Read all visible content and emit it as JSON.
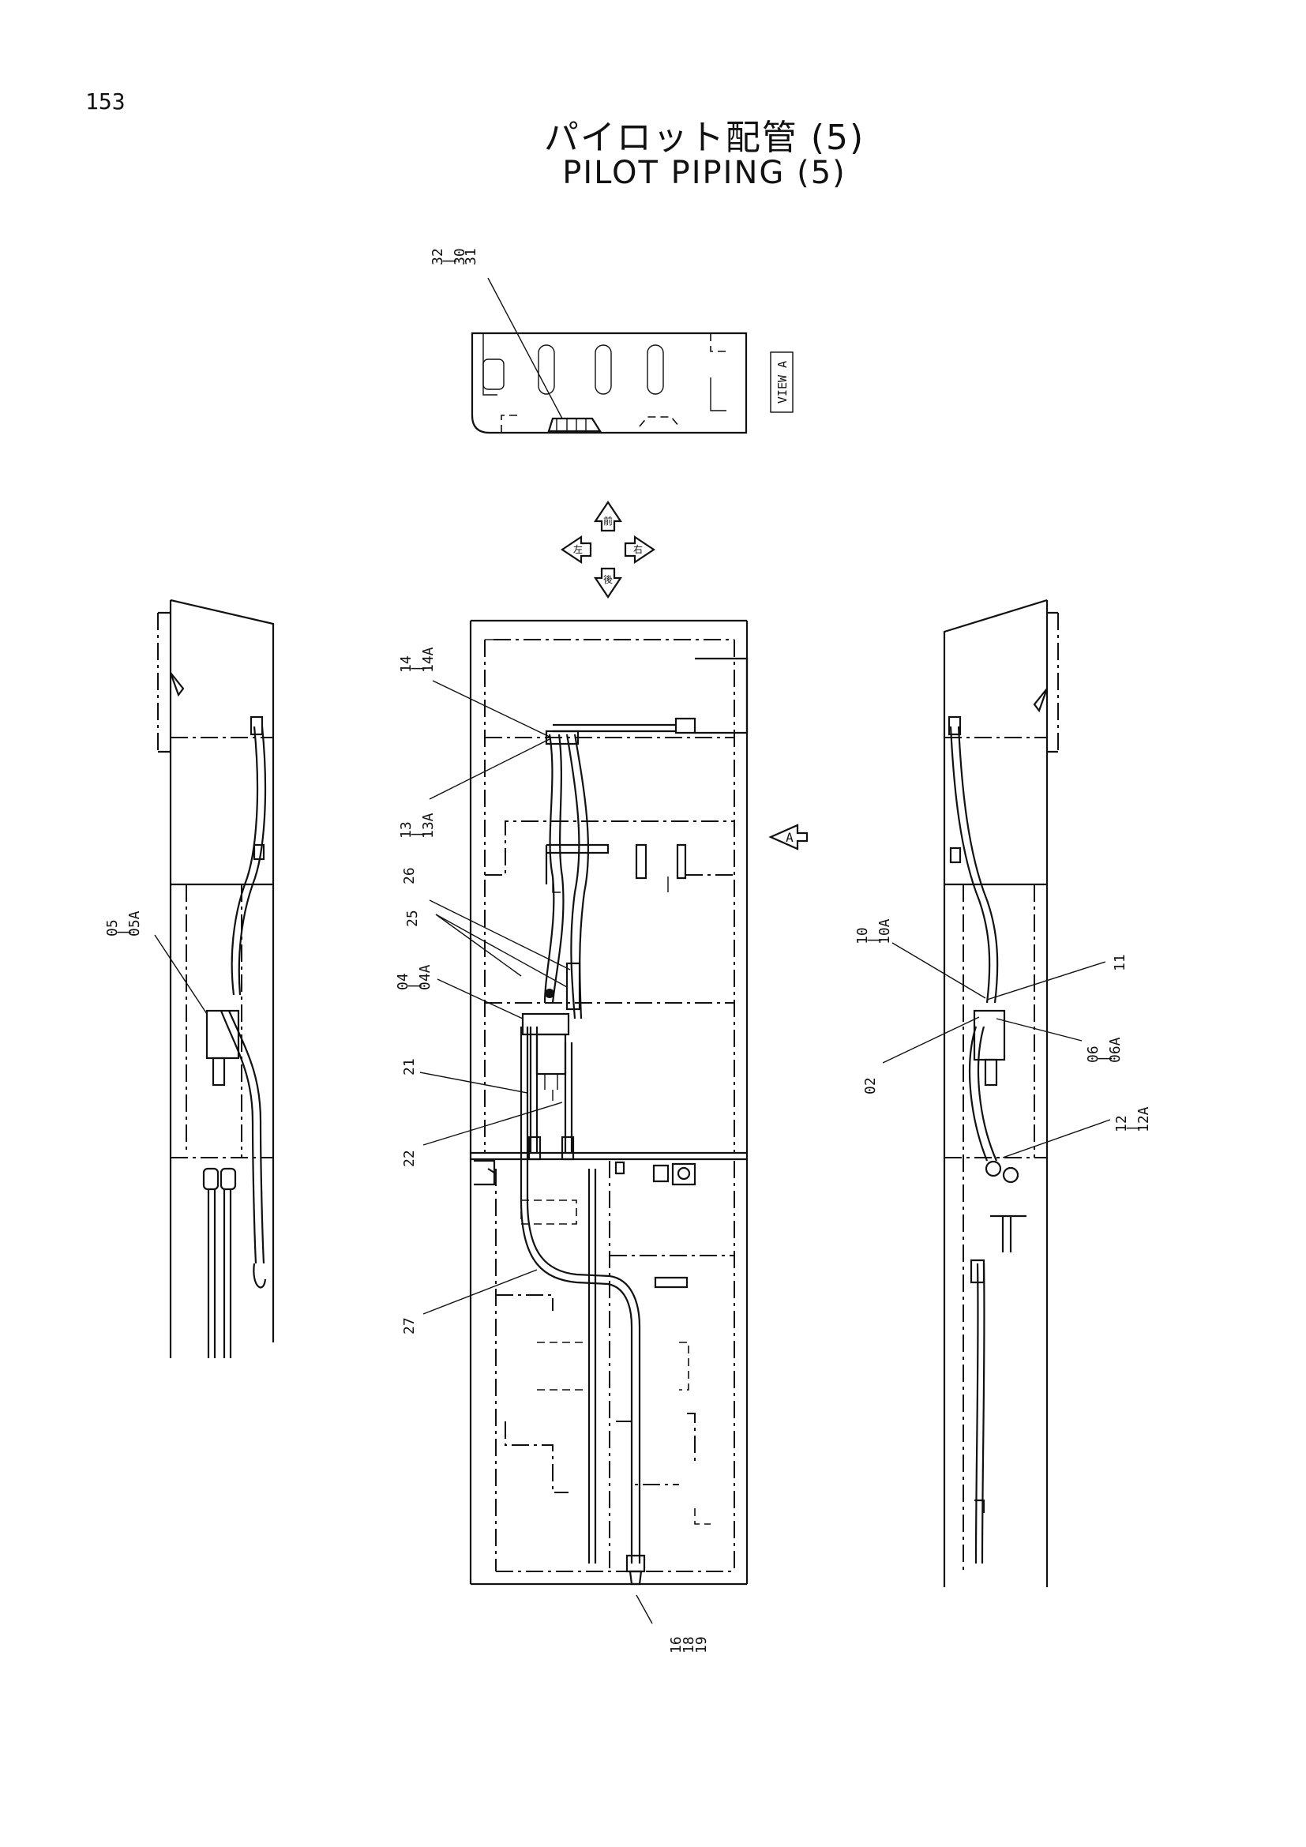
{
  "page_number": "153",
  "title_jp": "パイロット配管 (5)",
  "title_en": "PILOT PIPING (5)",
  "view_tag": "VIEW A",
  "view_arrow_label": "A",
  "direction_marks": [
    "前",
    "左",
    "右",
    "後"
  ],
  "callouts": [
    {
      "id": "c-32",
      "lines": [
        "32",
        "|",
        "30",
        "31"
      ]
    },
    {
      "id": "c-14",
      "lines": [
        "14",
        "|",
        "14A"
      ]
    },
    {
      "id": "c-13",
      "lines": [
        "13",
        "|",
        "13A"
      ]
    },
    {
      "id": "c-26",
      "lines": [
        "26"
      ]
    },
    {
      "id": "c-25",
      "lines": [
        "25"
      ]
    },
    {
      "id": "c-04",
      "lines": [
        "04",
        "|",
        "04A"
      ]
    },
    {
      "id": "c-21",
      "lines": [
        "21"
      ]
    },
    {
      "id": "c-22",
      "lines": [
        "22"
      ]
    },
    {
      "id": "c-27",
      "lines": [
        "27"
      ]
    },
    {
      "id": "c-16",
      "lines": [
        "16",
        "18",
        "19"
      ]
    },
    {
      "id": "c-05",
      "lines": [
        "05",
        "|",
        "05A"
      ]
    },
    {
      "id": "c-10",
      "lines": [
        "10",
        "|",
        "10A"
      ]
    },
    {
      "id": "c-11",
      "lines": [
        "11"
      ]
    },
    {
      "id": "c-02",
      "lines": [
        "02"
      ]
    },
    {
      "id": "c-06",
      "lines": [
        "06",
        "|",
        "06A"
      ]
    },
    {
      "id": "c-12",
      "lines": [
        "12",
        "|",
        "12A"
      ]
    }
  ]
}
